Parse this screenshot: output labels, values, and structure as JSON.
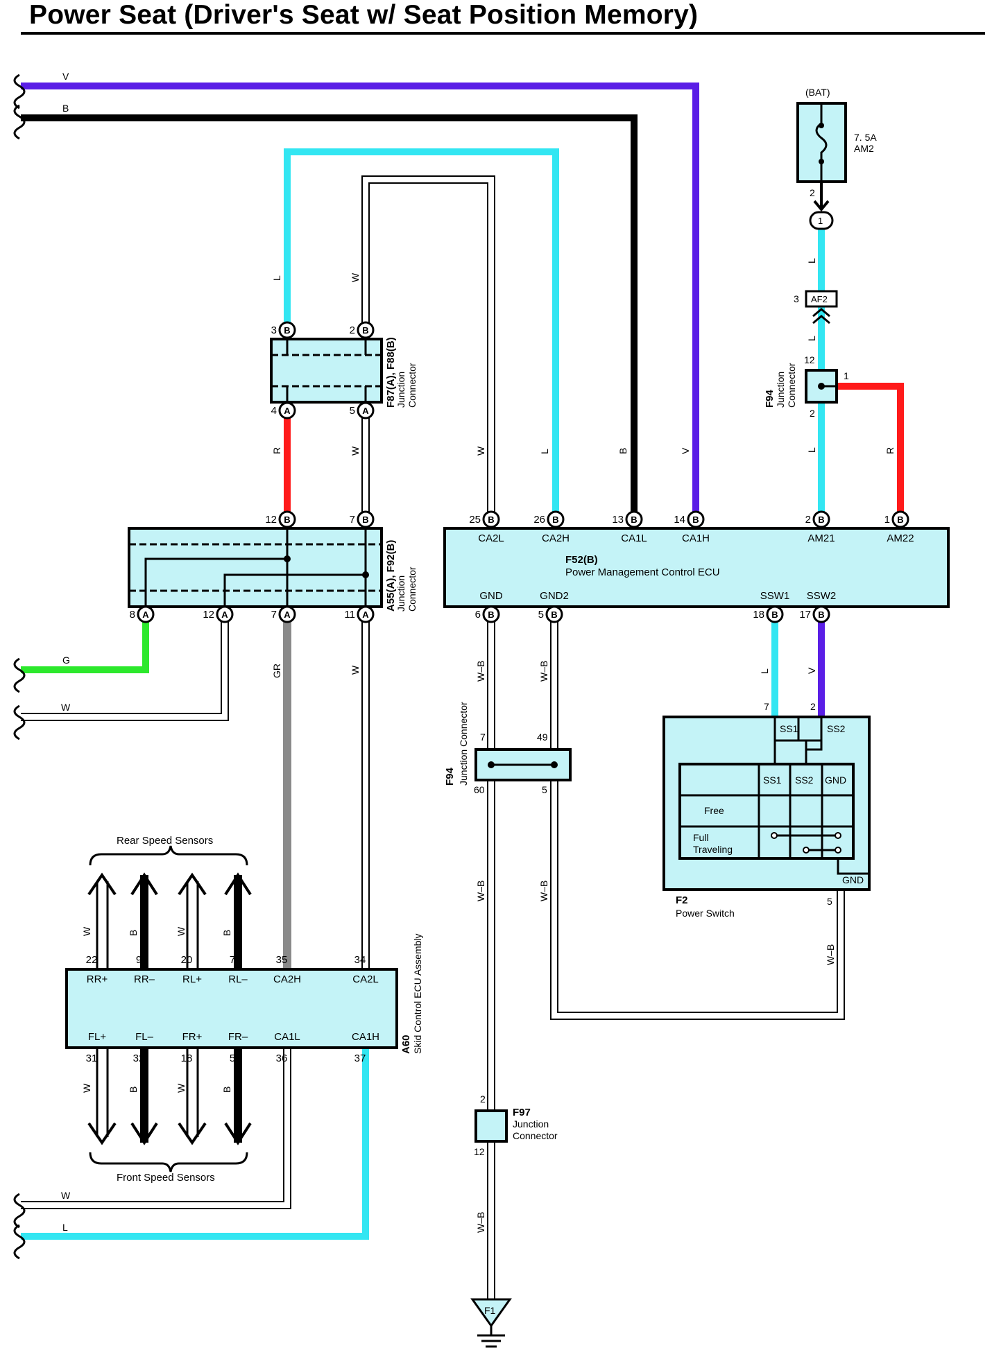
{
  "title": "Power Seat (Driver's Seat w/ Seat Position Memory)",
  "wire_colors": {
    "V": "#5a1ee6",
    "B": "#000000",
    "L": "#33e6f2",
    "R": "#ff1a1a",
    "G": "#2ce82c",
    "GR": "#8a8a8a",
    "W": "#ffffff"
  },
  "component_fill": "#c4f3f7",
  "left_harness": {
    "v": "V",
    "b": "B",
    "g": "G",
    "w1": "W",
    "w2": "W",
    "l": "L"
  },
  "wire_labels": {
    "top_l": "L",
    "top_w": "W",
    "r_mid": "R",
    "w_mid": "W",
    "ca2l_w": "W",
    "ca2h_l": "L",
    "ca1l_b": "B",
    "ca1h_v": "V",
    "gr": "GR",
    "w_a11": "W",
    "wb_gnd": "W–B",
    "wb_gnd2": "W–B",
    "ssw1_l": "L",
    "ssw2_v": "V",
    "wb_lower1": "W–B",
    "wb_lower2": "W–B",
    "wb_f2": "W–B",
    "wb_bottom": "W–B",
    "am2_l1": "L",
    "am2_l2": "L",
    "j94_l": "L",
    "j94_r": "R"
  },
  "fuse": {
    "source": "(BAT)",
    "rating": "7. 5A",
    "name": "AM2",
    "pin": "2",
    "connector": "1"
  },
  "af2": {
    "name": "AF2",
    "pin": "3"
  },
  "f94_top": {
    "id": "F94",
    "desc1": "Junction",
    "desc2": "Connector",
    "pin_top": "12",
    "pin_right": "1",
    "pin_bottom": "2"
  },
  "f87": {
    "id": "F87(A), F88(B)",
    "desc1": "Junction",
    "desc2": "Connector",
    "pins_top": [
      {
        "num": "3",
        "letter": "B"
      },
      {
        "num": "2",
        "letter": "B"
      }
    ],
    "pins_bottom": [
      {
        "num": "4",
        "letter": "A"
      },
      {
        "num": "5",
        "letter": "A"
      }
    ]
  },
  "a55": {
    "id": "A55(A), F92(B)",
    "desc1": "Junction",
    "desc2": "Connector",
    "pins_top": [
      {
        "num": "12",
        "letter": "B"
      },
      {
        "num": "7",
        "letter": "B"
      }
    ],
    "pins_bottom": [
      {
        "num": "8",
        "letter": "A"
      },
      {
        "num": "12",
        "letter": "A"
      },
      {
        "num": "7",
        "letter": "A"
      },
      {
        "num": "11",
        "letter": "A"
      }
    ]
  },
  "ecu": {
    "id": "F52(B)",
    "name": "Power Management Control ECU",
    "pins_top": [
      {
        "num": "25",
        "letter": "B",
        "label": "CA2L"
      },
      {
        "num": "26",
        "letter": "B",
        "label": "CA2H"
      },
      {
        "num": "13",
        "letter": "B",
        "label": "CA1L"
      },
      {
        "num": "14",
        "letter": "B",
        "label": "CA1H"
      },
      {
        "num": "2",
        "letter": "B",
        "label": "AM21"
      },
      {
        "num": "1",
        "letter": "B",
        "label": "AM22"
      }
    ],
    "pins_bottom": [
      {
        "num": "6",
        "letter": "B",
        "label": "GND"
      },
      {
        "num": "5",
        "letter": "B",
        "label": "GND2"
      },
      {
        "num": "18",
        "letter": "B",
        "label": "SSW1"
      },
      {
        "num": "17",
        "letter": "B",
        "label": "SSW2"
      }
    ]
  },
  "f94_mid": {
    "id": "F94",
    "desc": "Junction Connector",
    "pins": [
      "7",
      "49",
      "60",
      "5"
    ]
  },
  "f97": {
    "id": "F97",
    "desc1": "Junction",
    "desc2": "Connector",
    "pin_top": "2",
    "pin_bottom": "12"
  },
  "ground": {
    "id": "F1"
  },
  "f2": {
    "id": "F2",
    "name": "Power Switch",
    "pin_ss1": "7",
    "pin_ss2": "2",
    "ss1": "SS1",
    "ss2": "SS2",
    "table_headers": [
      "SS1",
      "SS2",
      "GND"
    ],
    "row_free": "Free",
    "row_full1": "Full",
    "row_full2": "Traveling",
    "gnd": "GND",
    "pin_gnd": "5"
  },
  "a60": {
    "id": "A60",
    "name": "Skid Control ECU Assembly",
    "top_pins": [
      {
        "num": "22",
        "label": "RR+"
      },
      {
        "num": "9",
        "label": "RR–"
      },
      {
        "num": "20",
        "label": "RL+"
      },
      {
        "num": "7",
        "label": "RL–"
      },
      {
        "num": "35",
        "label": "CA2H"
      },
      {
        "num": "34",
        "label": "CA2L"
      }
    ],
    "bottom_pins": [
      {
        "num": "31",
        "label": "FL+"
      },
      {
        "num": "32",
        "label": "FL–"
      },
      {
        "num": "18",
        "label": "FR+"
      },
      {
        "num": "5",
        "label": "FR–"
      },
      {
        "num": "36",
        "label": "CA1L"
      },
      {
        "num": "37",
        "label": "CA1H"
      }
    ]
  },
  "sensors": {
    "rear": "Rear Speed Sensors",
    "front": "Front Speed Sensors",
    "rear_wires": [
      "W",
      "B",
      "W",
      "B"
    ],
    "front_wires": [
      "W",
      "B",
      "W",
      "B"
    ]
  }
}
